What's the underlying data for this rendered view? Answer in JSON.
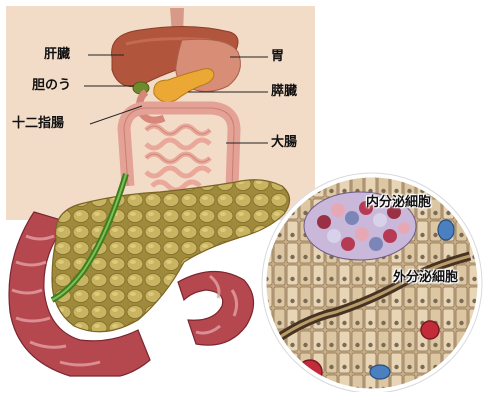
{
  "labels": {
    "liver": "肝臓",
    "gallbladder": "胆のう",
    "duodenum": "十二指腸",
    "stomach": "胃",
    "pancreas": "膵臓",
    "large_intestine": "大腸",
    "exocrine_cells": "外分泌細胞",
    "endocrine_cells": "内分泌細胞"
  },
  "colors": {
    "panel_bg": "#f2dcc8",
    "liver": "#b2553d",
    "gallbladder": "#6f8a2c",
    "pancreas": "#eba834",
    "intestine": "#e4a196",
    "duodenum_wall": "#b5474f",
    "duct": "#4f9a2f"
  }
}
